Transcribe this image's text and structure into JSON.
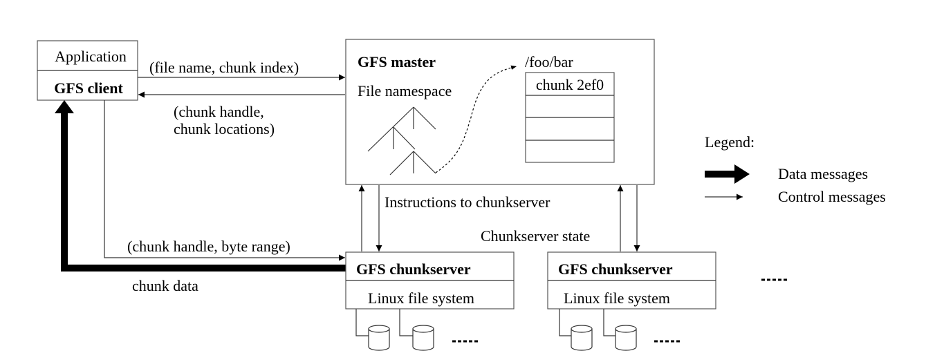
{
  "application_label": "Application",
  "client_label": "GFS client",
  "master": {
    "title": "GFS master",
    "namespace_label": "File namespace",
    "path_label": "/foo/bar",
    "chunk_label": "chunk 2ef0"
  },
  "messages": {
    "request": "(file name, chunk index)",
    "reply_line1": "(chunk handle,",
    "reply_line2": " chunk locations)",
    "instructions": "Instructions to chunkserver",
    "state": "Chunkserver state",
    "read_request": "(chunk handle, byte range)",
    "chunk_data": "chunk data"
  },
  "chunkservers": [
    {
      "title": "GFS chunkserver",
      "fs_label": "Linux file system"
    },
    {
      "title": "GFS chunkserver",
      "fs_label": "Linux file system"
    }
  ],
  "legend": {
    "title": "Legend:",
    "data_label": "Data messages",
    "control_label": "Control messages"
  }
}
